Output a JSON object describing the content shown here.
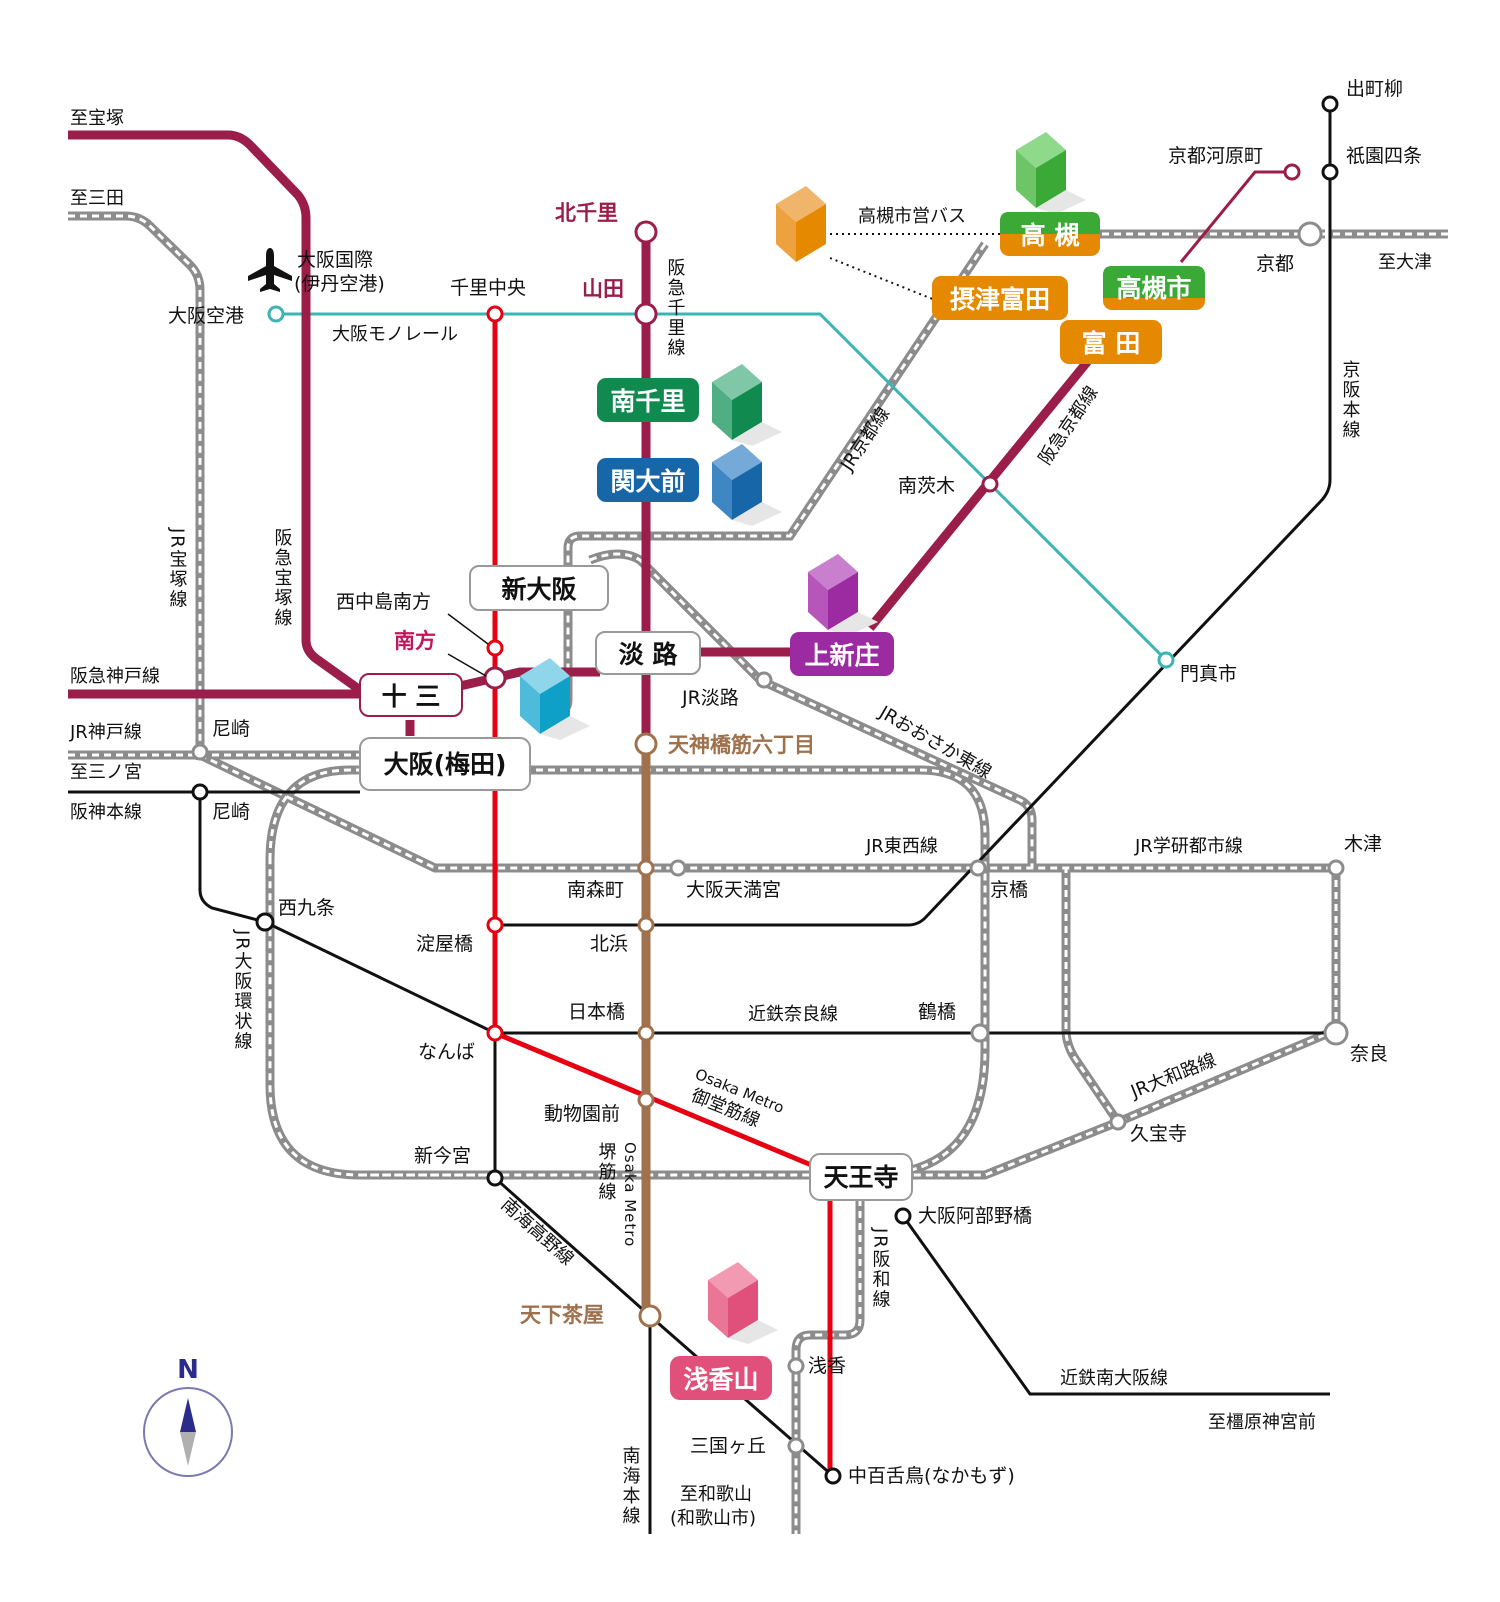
{
  "colors": {
    "hankyu": "#9b1d4a",
    "red_line": "#e60012",
    "sakaisuji": "#a0714d",
    "monorail": "#3cb4b4",
    "jr": "#8c8c8c",
    "black": "#111111",
    "orange": "#e58a00",
    "green": "#3aa935",
    "dkgreen": "#108a4f",
    "blue": "#1766a8",
    "purple": "#9c2aa0",
    "pink": "#e0507a",
    "compass": "#2b2b8c"
  },
  "terminus_labels": {
    "takarazuka": "至宝塚",
    "sanda": "至三田",
    "sannomiya": "至三ノ宮",
    "otsu": "至大津",
    "kashihara": "至橿原神宮前",
    "wakayama_1": "至和歌山",
    "wakayama_2": "(和歌山市)"
  },
  "line_labels": {
    "monorail": "大阪モノレール",
    "jr_kyoto": "JR京都線",
    "hankyu_kyoto": "阪急京都線",
    "hankyu_senri": "阪急千里線",
    "keihan": "京阪本線",
    "jr_takarazuka": "JR宝塚線",
    "hankyu_takarazuka": "阪急宝塚線",
    "hankyu_kobe": "阪急神戸線",
    "jr_kobe": "JR神戸線",
    "hanshin": "阪神本線",
    "jr_osaka_higashi": "JRおおさか東線",
    "jr_tozai": "JR東西線",
    "jr_gakken": "JR学研都市線",
    "jr_loop": "JR大阪環状線",
    "kintetsu_nara": "近鉄奈良線",
    "midosuji_1": "Osaka Metro",
    "midosuji_2": "御堂筋線",
    "jr_yamatoji": "JR大和路線",
    "sakaisuji_1": "堺筋線",
    "sakaisuji_2": "Osaka Metro",
    "nankai_koya": "南海高野線",
    "jr_hanwa": "JR阪和線",
    "kintetsu_minami": "近鉄南大阪線",
    "nankai_main": "南海本線",
    "bus": "高槻市営バス"
  },
  "stations": {
    "demachiyanagi": "出町柳",
    "gion": "祇園四条",
    "kawaramachi": "京都河原町",
    "kyoto": "京都",
    "kita_senri": "北千里",
    "yamada": "山田",
    "senri_chuo": "千里中央",
    "itami_1": "大阪国際",
    "itami_2": "(伊丹空港)",
    "osaka_airport": "大阪空港",
    "minami_ibaraki": "南茨木",
    "kadoma": "門真市",
    "nishinakajima": "西中島南方",
    "minamikata": "南方",
    "jr_awaji": "JR淡路",
    "amagasaki_jr": "尼崎",
    "amagasaki_hanshin": "尼崎",
    "tenjinbashi": "天神橋筋六丁目",
    "minamimorimachi": "南森町",
    "tenmangu": "大阪天満宮",
    "kyobashi": "京橋",
    "kizu": "木津",
    "nishikujo": "西九条",
    "yodoyabashi": "淀屋橋",
    "kitahama": "北浜",
    "nipponbashi": "日本橋",
    "tsuruhashi": "鶴橋",
    "namba": "なんば",
    "nara": "奈良",
    "dobutsuen": "動物園前",
    "kudaraji": "久宝寺",
    "imamiya": "新今宮",
    "abenobashi": "大阪阿部野橋",
    "tengachaya": "天下茶屋",
    "asaka_st": "浅香",
    "mikunigaoka": "三国ヶ丘",
    "nakamozu": "中百舌鳥(なかもず)"
  },
  "boxes": {
    "takatsuki": "高 槻",
    "settsu_tonda": "摂津富田",
    "takatsukishi": "高槻市",
    "tonda": "富 田",
    "minami_senri": "南千里",
    "kandaimae": "関大前",
    "shin_osaka": "新大阪",
    "awaji": "淡 路",
    "kamishinjo": "上新庄",
    "juso": "十 三",
    "umeda": "大阪(梅田)",
    "tennoji": "天王寺",
    "asakayama": "浅香山"
  },
  "compass": {
    "label": "N"
  },
  "airport_icon": "airplane-icon"
}
